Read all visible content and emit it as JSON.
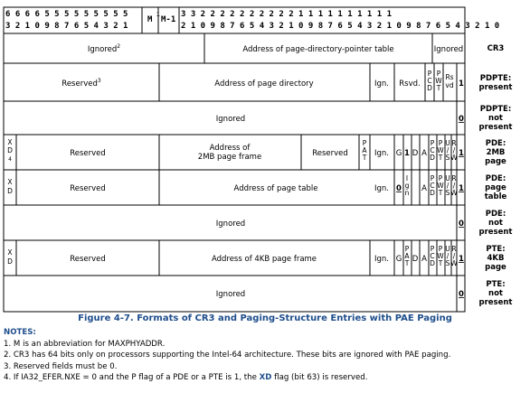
{
  "bits_left_digits": [
    "6 6 6 6 5 5 5 5 5 5 5 5 5",
    "3 2 1 0 9 8 7 6 5 4 3 2 1"
  ],
  "bits_M": [
    "M",
    "1"
  ],
  "bits_M1": "M-1",
  "bits_right": [
    "3 3 2 2 2 2 2 2 2 2 2 2 1 1 1 1 1 1 1 1 1 1",
    "2 1 0 9 8 7 6 5 4 3 2 1 0 9 8 7 6 5 4 3 2 1 0 9 8 7 6 5 4 3 2 1 0"
  ],
  "rows": [
    {
      "label": "CR3"
    },
    {
      "label": "PDPTE: present"
    },
    {
      "label": "PDPTE: not present"
    },
    {
      "label": "PDE: 2MB page"
    },
    {
      "label": "PDE: page table"
    },
    {
      "label": "PDE: not present"
    },
    {
      "label": "PTE: 4KB page"
    },
    {
      "label": "PTE: not present"
    }
  ],
  "text": {
    "ignored": "Ignored",
    "ignored2": "Ignored",
    "cr3_addr": "Address of page-directory-pointer table",
    "reserved3": "Reserved",
    "pd_addr": "Address of page directory",
    "ign": "Ign.",
    "rsvd": "Rsvd.",
    "pcd": "P C D",
    "pwt": "P W T",
    "rsvd2": "Rs vd",
    "one": "1",
    "zero": "0",
    "xd4": "X D 4",
    "xd": "X D",
    "reserved": "Reserved",
    "addr2mb": "Address of 2MB page frame",
    "pat": "P A T",
    "g": "G",
    "d": "D",
    "a": "A",
    "pcd2": "P C D",
    "pwt2": "P W T",
    "us": "U / S",
    "rw": "R / W",
    "pt_addr": "Address of page table",
    "i_gn": "I g n",
    "addr4kb": "Address of 4KB page frame"
  },
  "caption": "Figure 4-7. Formats of CR3 and Paging-Structure Entries with PAE Paging",
  "notes": {
    "heading": "NOTES:",
    "items": [
      "1. M is an abbreviation for MAXPHYADDR.",
      "2. CR3 has 64 bits only on processors supporting the Intel-64 architecture. These bits are ignored with PAE paging.",
      "3. Reserved fields must be 0.",
      "4. If IA32_EFER.NXE = 0 and the P flag of a PDE or a PTE is 1, the XD flag (bit 63) is reserved."
    ]
  }
}
